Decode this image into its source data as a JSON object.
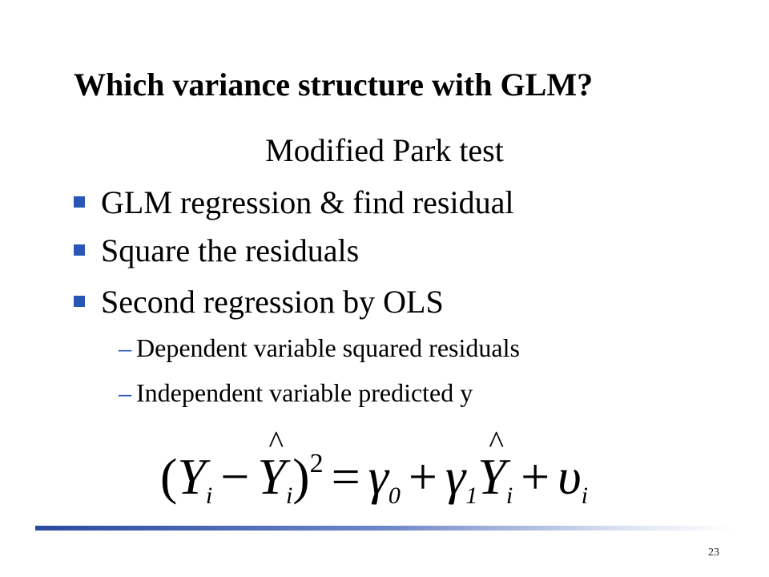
{
  "slide": {
    "title": "Which variance structure with GLM?",
    "subtitle": "Modified Park test",
    "bullets": [
      "GLM regression & find residual",
      "Square the residuals",
      "Second regression by OLS"
    ],
    "subbullets": [
      "Dependent variable squared residuals",
      "Independent variable predicted y"
    ],
    "dash": "–",
    "formula": {
      "open": "(",
      "Y": "Y",
      "i": "i",
      "minus": "−",
      "close": ")",
      "power": "2",
      "equals": "=",
      "gamma": "γ",
      "zero": "0",
      "one": "1",
      "plus": "+",
      "upsilon": "υ"
    },
    "page_number": "23",
    "colors": {
      "accent": "#2a56b6",
      "rule_start": "#2a4aa0"
    }
  }
}
